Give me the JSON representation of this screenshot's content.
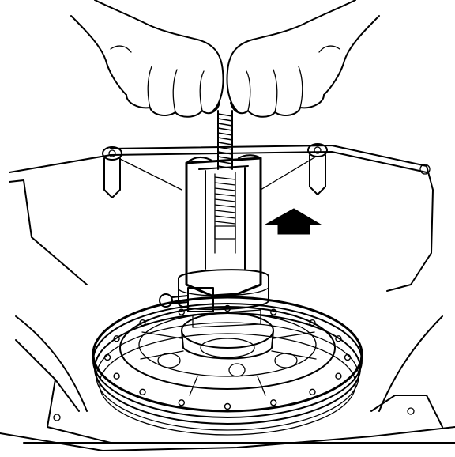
{
  "figure": {
    "ink_color": "#000000",
    "paper_color": "#ffffff",
    "parts": [
      "hands",
      "threaded-forcing-screw",
      "puller-tool-body",
      "adapter-collar",
      "installation-direction-arrow",
      "strap-support-bar",
      "pump-housing",
      "outer-engine-frame"
    ],
    "arrow_direction": "up",
    "labels": []
  }
}
